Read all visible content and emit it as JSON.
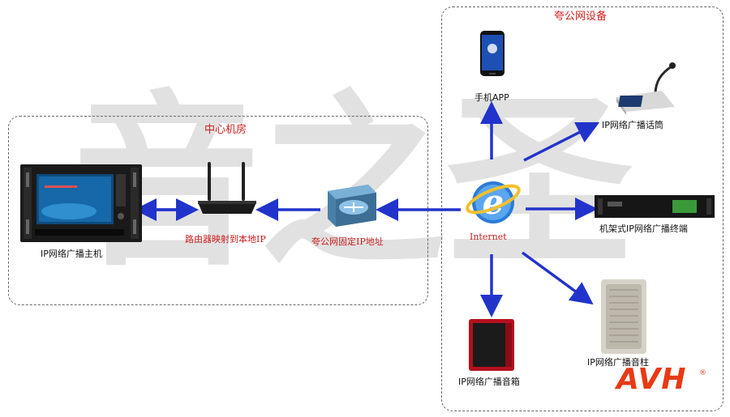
{
  "zones": {
    "remote": "夸公网设备",
    "center": "中心机房"
  },
  "nodes": {
    "host": "IP网络广播主机",
    "router": "路由器映射到本地IP",
    "switch": "夸公网固定IP地址",
    "internet": "Internet",
    "app": "手机APP",
    "mic": "IP网络广播话筒",
    "rack": "机架式IP网络广播终端",
    "column": "IP网络广播音柱",
    "speaker": "IP网络广播音箱"
  },
  "watermark": "音之圣",
  "brand": {
    "logo": "AVH",
    "mark": "®"
  },
  "colors": {
    "arrow": "#2233cc",
    "zone_title": "#d42020",
    "brand": "#e83a14"
  }
}
